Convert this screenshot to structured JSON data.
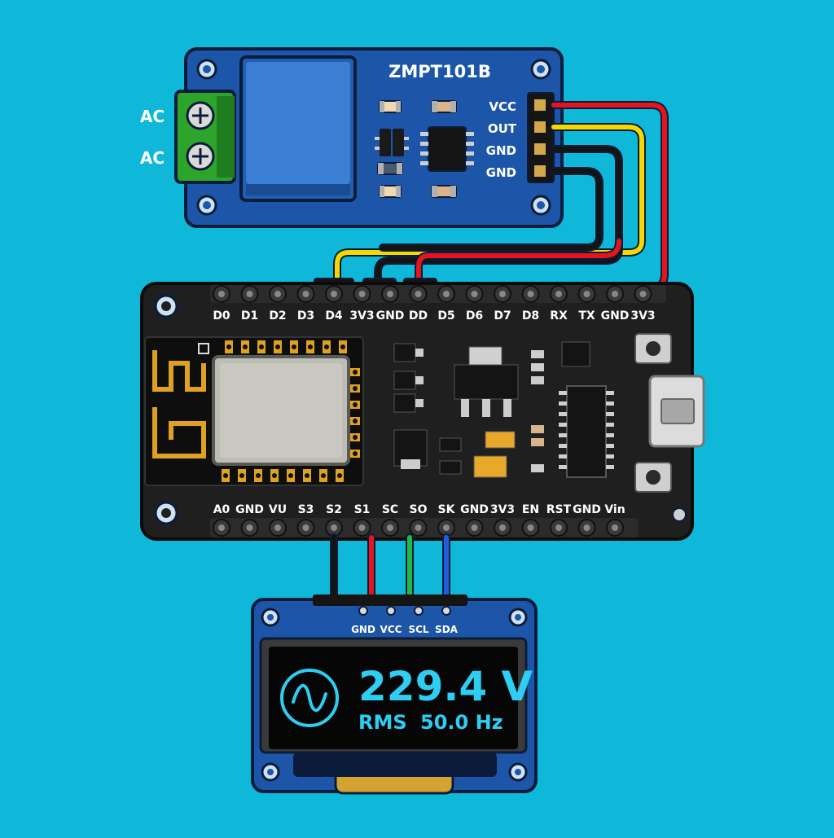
{
  "sensor": {
    "title": "ZMPT101B",
    "pins": [
      "VCC",
      "OUT",
      "GND",
      "GND"
    ],
    "terminals": [
      "AC",
      "AC"
    ]
  },
  "mcu": {
    "top_pins": [
      "D0",
      "D1",
      "D2",
      "D3",
      "D4",
      "3V3",
      "GND",
      "DD",
      "D5",
      "D6",
      "D7",
      "D8",
      "RX",
      "TX",
      "GND",
      "3V3"
    ],
    "bottom_pins": [
      "A0",
      "GND",
      "VU",
      "S3",
      "S2",
      "S1",
      "SC",
      "SO",
      "SK",
      "GND",
      "3V3",
      "EN",
      "RST",
      "GND",
      "Vin"
    ]
  },
  "oled": {
    "pins": [
      "GND",
      "VCC",
      "SCL",
      "SDA"
    ],
    "reading": "229.4 V",
    "rms_label": "RMS",
    "frequency": "50.0 Hz",
    "icon": "sine-wave-icon"
  },
  "colors": {
    "background": "#0fb8d9",
    "sensor_board": "#1d56a8",
    "mcu_board": "#1f1f1f",
    "oled_board": "#1d56a8",
    "oled_text": "#2ecdf2",
    "wire_red": "#e8141c",
    "wire_yellow": "#f5d800",
    "wire_black": "#141414",
    "wire_green": "#22b84a",
    "wire_blue": "#1f5ed8"
  }
}
